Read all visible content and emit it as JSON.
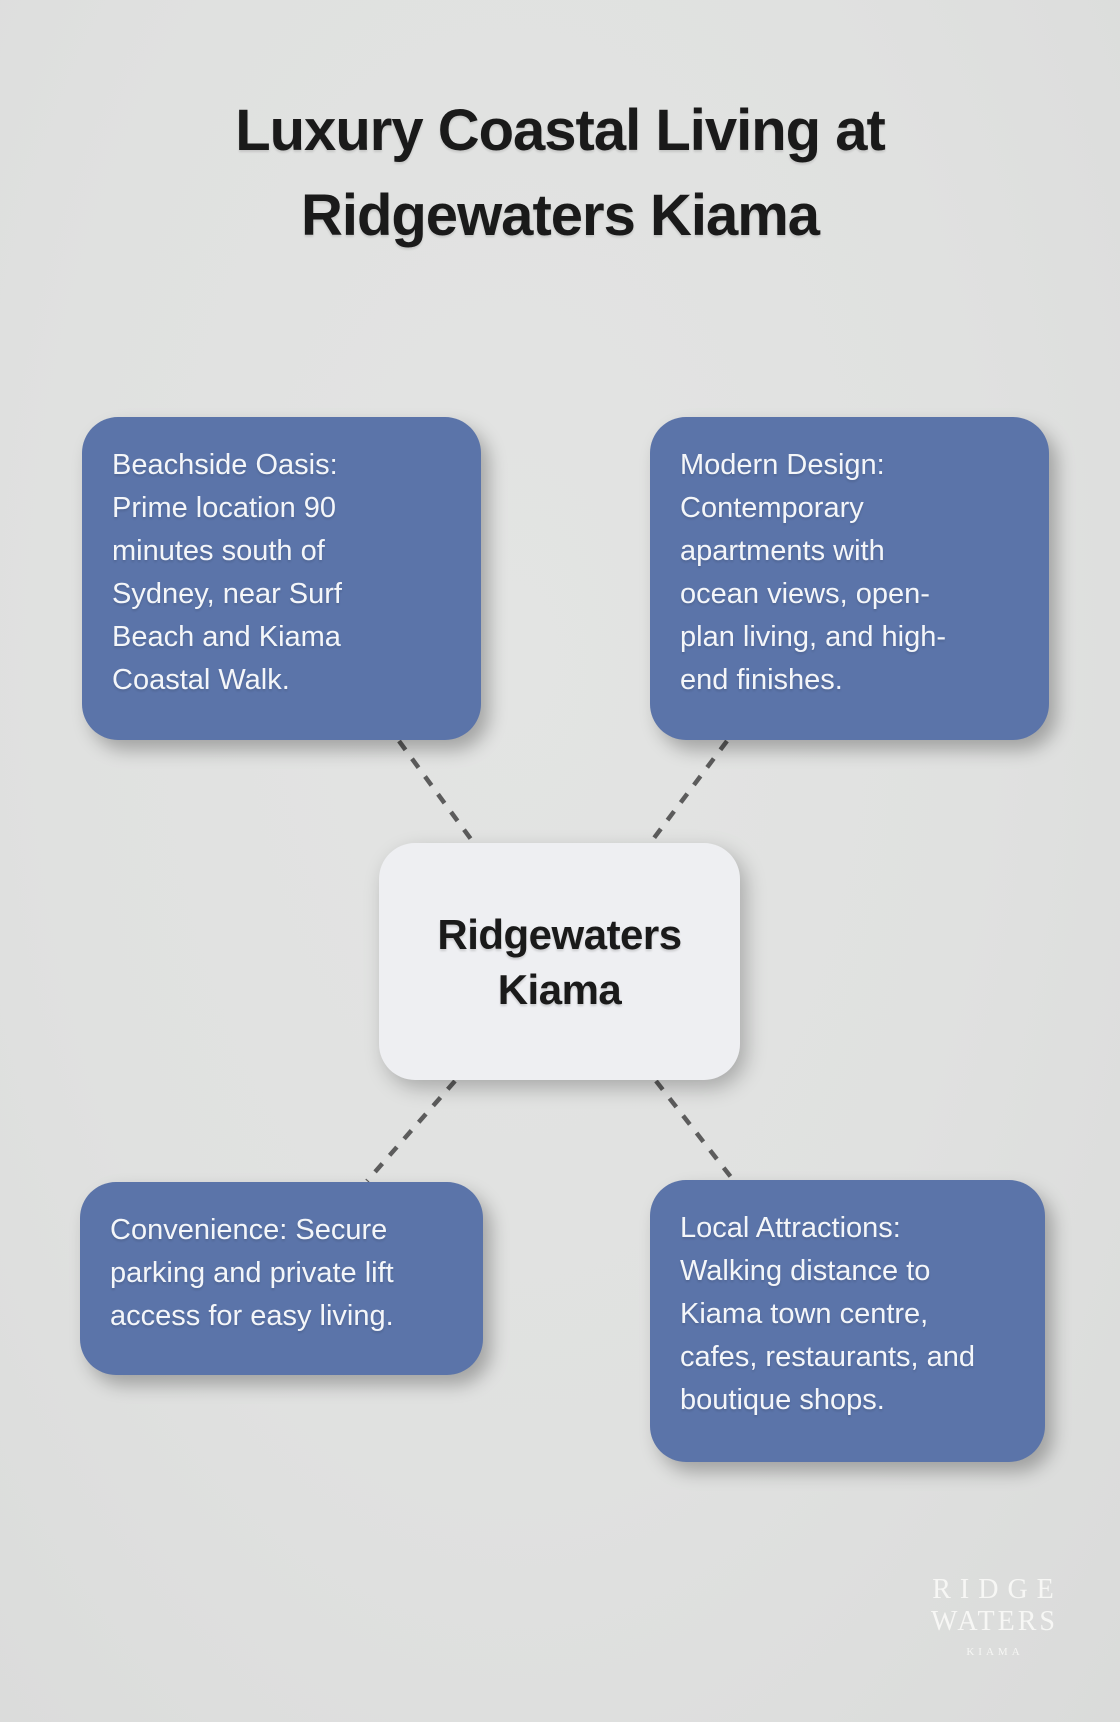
{
  "title": "Luxury Coastal Living at\nRidgewaters Kiama",
  "center_node": {
    "label": "Ridgewaters\nKiama"
  },
  "nodes": [
    {
      "id": "beachside-oasis",
      "text": "Beachside Oasis:\nPrime location 90\nminutes south of\nSydney, near Surf\nBeach and Kiama\nCoastal Walk."
    },
    {
      "id": "modern-design",
      "text": "Modern Design:\nContemporary\napartments with\nocean views, open-\nplan living, and high-\nend finishes."
    },
    {
      "id": "convenience",
      "text": "Convenience: Secure\nparking and private lift\naccess for easy living."
    },
    {
      "id": "local-attractions",
      "text": "Local Attractions:\nWalking distance to\nKiama town centre,\ncafes, restaurants, and\nboutique shops."
    }
  ],
  "logo": {
    "line1": "RIDGE",
    "line2": "WATERS",
    "line3": "KIAMA"
  },
  "colors": {
    "background": "#e0e1e0",
    "node-blue": "#5b74a9",
    "node-text": "#f4f6f9",
    "center-bg": "#eeeff2",
    "heading-text": "#1a1a1a",
    "connector-gray": "#5c5c5c",
    "logo-white": "#f7f7f5"
  }
}
